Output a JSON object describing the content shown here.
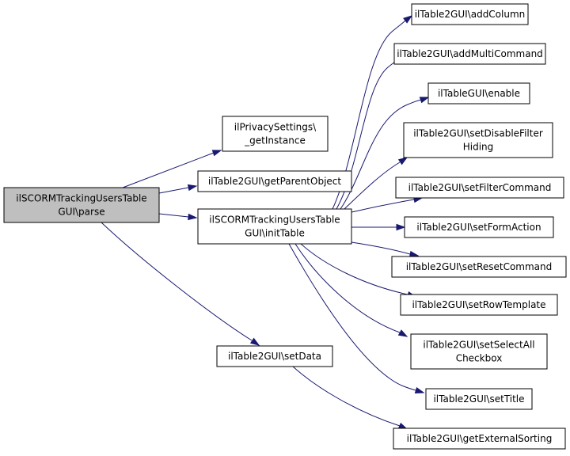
{
  "colors": {
    "edge": "#191970",
    "root_fill": "#bfbfbf",
    "node_fill": "#ffffff",
    "node_border": "#000000"
  },
  "nodes": {
    "parse": {
      "lines": [
        "ilSCORMTrackingUsersTable",
        "GUI\\parse"
      ]
    },
    "privacy": {
      "lines": [
        "ilPrivacySettings\\",
        "_getInstance"
      ]
    },
    "parent": {
      "lines": [
        "ilTable2GUI\\getParentObject"
      ]
    },
    "init": {
      "lines": [
        "ilSCORMTrackingUsersTable",
        "GUI\\initTable"
      ]
    },
    "setdata": {
      "lines": [
        "ilTable2GUI\\setData"
      ]
    },
    "addcol": {
      "lines": [
        "ilTable2GUI\\addColumn"
      ]
    },
    "addmulti": {
      "lines": [
        "ilTable2GUI\\addMultiCommand"
      ]
    },
    "enable": {
      "lines": [
        "ilTableGUI\\enable"
      ]
    },
    "disfilter": {
      "lines": [
        "ilTable2GUI\\setDisableFilter",
        "Hiding"
      ]
    },
    "filtercmd": {
      "lines": [
        "ilTable2GUI\\setFilterCommand"
      ]
    },
    "formaction": {
      "lines": [
        "ilTable2GUI\\setFormAction"
      ]
    },
    "resetcmd": {
      "lines": [
        "ilTable2GUI\\setResetCommand"
      ]
    },
    "rowtpl": {
      "lines": [
        "ilTable2GUI\\setRowTemplate"
      ]
    },
    "selectall": {
      "lines": [
        "ilTable2GUI\\setSelectAll",
        "Checkbox"
      ]
    },
    "title": {
      "lines": [
        "ilTable2GUI\\setTitle"
      ]
    },
    "extsort": {
      "lines": [
        "ilTable2GUI\\getExternalSorting"
      ]
    }
  },
  "edges": [
    [
      "parse",
      "privacy"
    ],
    [
      "parse",
      "parent"
    ],
    [
      "parse",
      "init"
    ],
    [
      "parse",
      "setdata"
    ],
    [
      "init",
      "addcol"
    ],
    [
      "init",
      "addmulti"
    ],
    [
      "init",
      "enable"
    ],
    [
      "init",
      "disfilter"
    ],
    [
      "init",
      "filtercmd"
    ],
    [
      "init",
      "formaction"
    ],
    [
      "init",
      "resetcmd"
    ],
    [
      "init",
      "rowtpl"
    ],
    [
      "init",
      "selectall"
    ],
    [
      "init",
      "title"
    ],
    [
      "setdata",
      "extsort"
    ]
  ]
}
